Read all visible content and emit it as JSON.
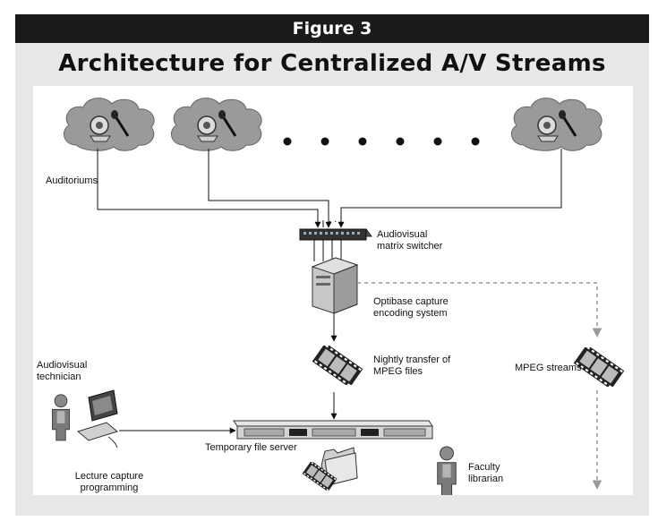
{
  "figure": {
    "number_label": "Figure 3",
    "title": "Architecture for Centralized A/V Streams"
  },
  "labels": {
    "auditoriums": "Auditoriums",
    "switcher_line1": "Audiovisual",
    "switcher_line2": "matrix switcher",
    "capture_line1": "Optibase capture",
    "capture_line2": "encoding system",
    "transfer_line1": "Nightly transfer of",
    "transfer_line2": "MPEG files",
    "mpeg_streams": "MPEG  streams",
    "technician_line1": "Audiovisual",
    "technician_line2": "technician",
    "file_server": "Temporary file server",
    "programming_line1": "Lecture capture",
    "programming_line2": "programming",
    "faculty_line1": "Faculty",
    "faculty_line2": "librarian"
  },
  "icons": {
    "auditorium": "cloud-camera-microphone-icon",
    "switcher": "matrix-switcher-icon",
    "encoder": "server-tower-icon",
    "film": "film-strip-icon",
    "file_server": "rack-server-icon",
    "person": "person-icon",
    "computer": "desktop-computer-icon",
    "folder": "folder-icon"
  },
  "colors": {
    "title_bar": "#1a1a1a",
    "frame_background": "#e8e8e8",
    "diagram_background": "#ffffff",
    "dashed_line": "#999999"
  }
}
